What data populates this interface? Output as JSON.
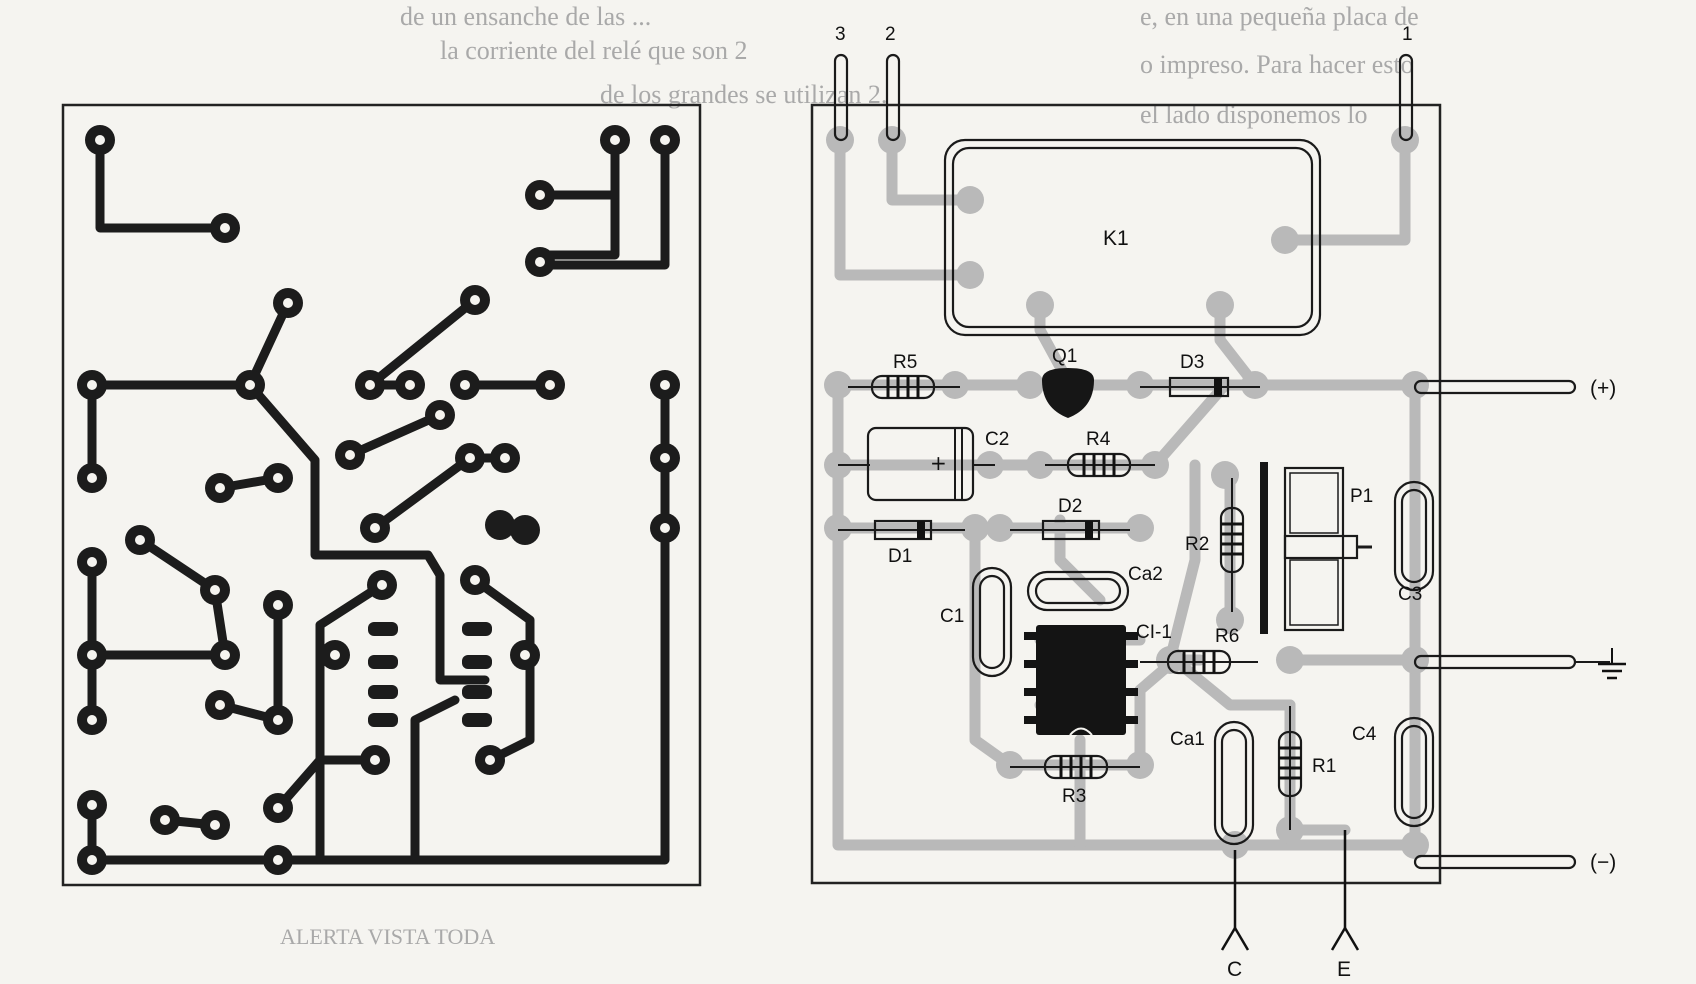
{
  "background_text": {
    "left_top": "de un ensanche de las ...",
    "mid_1": "la corriente del relé que son 2",
    "mid_2": "de los grandes se utilizan 2.",
    "right_1": "e, en una pequeña placa de",
    "right_2": "o impreso. Para hacer esto",
    "right_3": "el lado disponemos lo",
    "bottom": "ALERTA VISTA TODA"
  },
  "board": {
    "pins_top": [
      "3",
      "2",
      "1"
    ],
    "components": {
      "K1": "K1",
      "R5": "R5",
      "Q1": "Q1",
      "D3": "D3",
      "C2": "C2",
      "R4": "R4",
      "D2": "D2",
      "D1": "D1",
      "P1": "P1",
      "R2": "R2",
      "C3": "C3",
      "Ca2": "Ca2",
      "C1": "C1",
      "CI1": "CI-1",
      "R6": "R6",
      "Ca1": "Ca1",
      "C4": "C4",
      "R1": "R1",
      "R3": "R3"
    },
    "terminals": {
      "plus": "(+)",
      "minus": "(−)",
      "ground_symbol": "ground-icon"
    },
    "bottom_terminals": [
      "C",
      "E"
    ]
  }
}
